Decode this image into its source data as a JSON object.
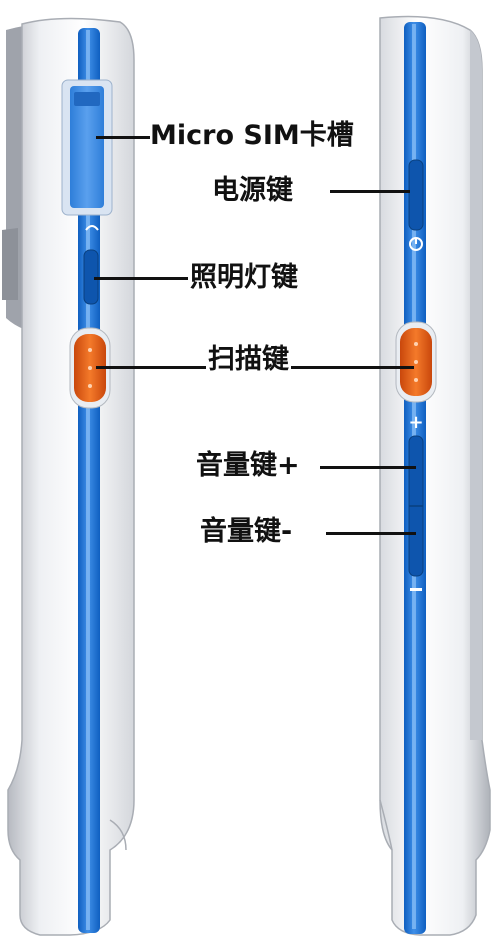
{
  "colors": {
    "body_white": "#f2f3f5",
    "body_shadow": "#c9ccd2",
    "stripe_blue": "#1a6fd1",
    "stripe_light": "#6aa9ee",
    "scan_orange": "#ef6a1c",
    "label_text": "#111111"
  },
  "labels": {
    "micro_sim_slot": "Micro SIM卡槽",
    "power_key": "电源键",
    "light_key": "照明灯键",
    "scan_key": "扫描键",
    "volume_up": "音量键+",
    "volume_down": "音量键-"
  },
  "icons": {
    "power_symbol": "power-icon",
    "plus_symbol": "+",
    "minus_symbol": "−"
  }
}
